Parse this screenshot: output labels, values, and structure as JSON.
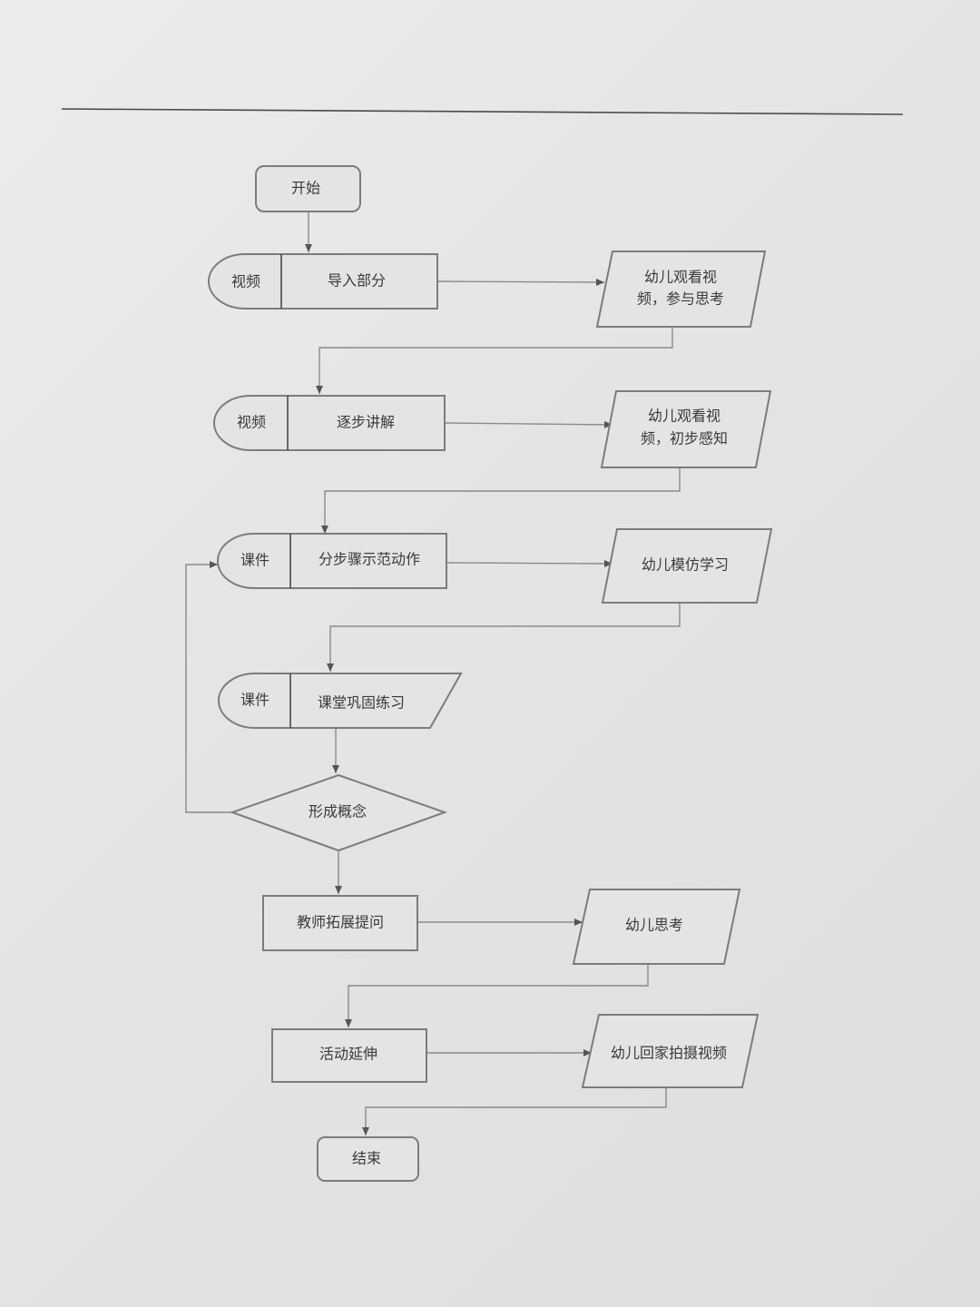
{
  "flowchart": {
    "start": "开始",
    "end": "结束",
    "step1": {
      "tag": "视频",
      "label": "导入部分",
      "output": [
        "幼儿观看视",
        "频，参与思考"
      ]
    },
    "step2": {
      "tag": "视频",
      "label": "逐步讲解",
      "output": [
        "幼儿观看视",
        "频，初步感知"
      ]
    },
    "step3": {
      "tag": "课件",
      "label": "分步骤示范动作",
      "output": [
        "幼儿模仿学习"
      ]
    },
    "step4": {
      "tag": "课件",
      "label": "课堂巩固练习"
    },
    "decision": "形成概念",
    "step5": {
      "label": "教师拓展提问",
      "output": [
        "幼儿思考"
      ]
    },
    "step6": {
      "label": "活动延伸",
      "output": [
        "幼儿回家拍摄视频"
      ]
    }
  }
}
